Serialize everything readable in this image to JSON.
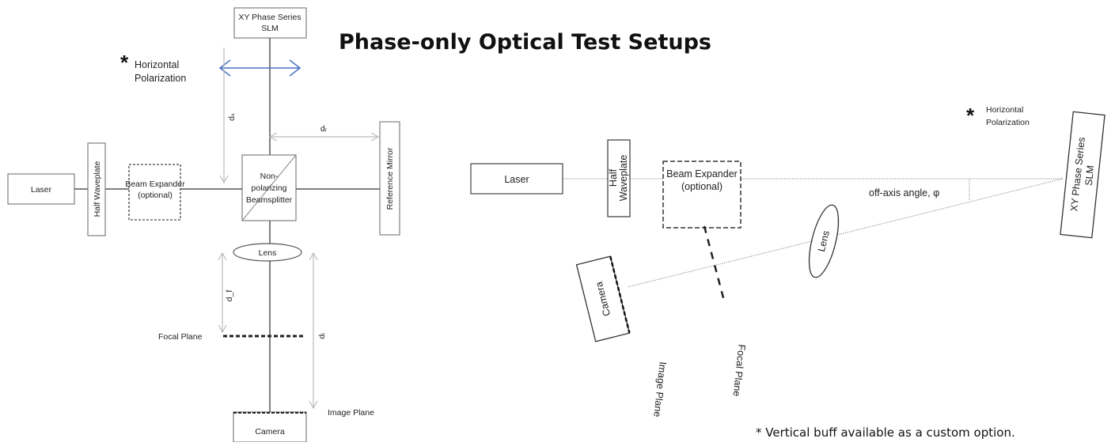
{
  "title": "Phase-only Optical Test Setups",
  "footnote": "* Vertical buff available as a custom option.",
  "left_setup": {
    "slm_line1": "XY Phase Series",
    "slm_line2": "SLM",
    "polarization_star": "*",
    "polarization_line1": "Horizontal",
    "polarization_line2": "Polarization",
    "laser": "Laser",
    "half_waveplate": "Half Waveplate",
    "beam_expander_line1": "Beam Expander",
    "beam_expander_line2": "(optional)",
    "beamsplitter_line1": "Non-",
    "beamsplitter_line2": "polarizing",
    "beamsplitter_line3": "Beamsplitter",
    "reference_mirror": "Reference Mirror",
    "lens": "Lens",
    "focal_plane": "Focal Plane",
    "image_plane": "Image Plane",
    "camera": "Camera",
    "dist_s": "dₛ",
    "dist_r": "dᵣ",
    "dist_f": "d_f",
    "dist_i": "dᵢ"
  },
  "right_setup": {
    "polarization_star": "*",
    "polarization_line1": "Horizontal",
    "polarization_line2": "Polarization",
    "laser": "Laser",
    "half_waveplate_line1": "Half",
    "half_waveplate_line2": "Waveplate",
    "beam_expander_line1": "Beam Expander",
    "beam_expander_line2": "(optional)",
    "off_axis_angle": "off-axis angle, φ",
    "slm_line1": "XY Phase Series",
    "slm_line2": "SLM",
    "lens": "Lens",
    "camera": "Camera",
    "image_plane": "Image Plane",
    "focal_plane": "Focal Plane"
  },
  "colors": {
    "polarization_arrow": "#4a72c4",
    "line": "#555555",
    "dim": "#bbbbbb"
  }
}
